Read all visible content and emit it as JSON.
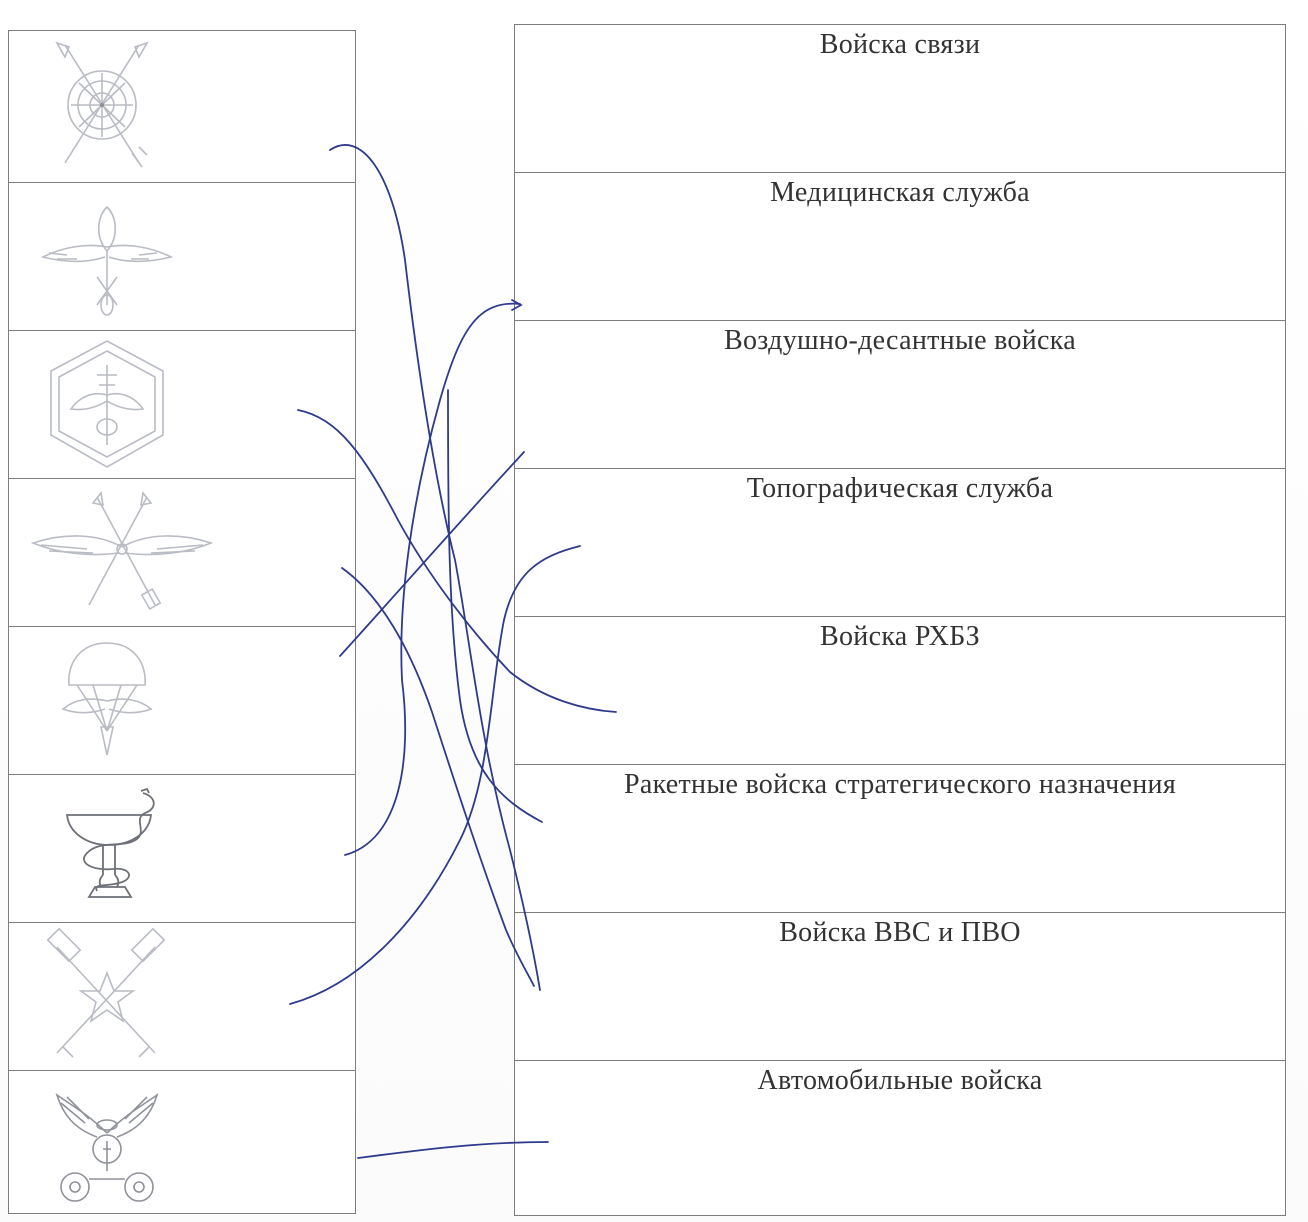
{
  "worksheet": {
    "emblems": [
      {
        "icon": "signal-corps-emblem-icon"
      },
      {
        "icon": "air-defense-emblem-icon"
      },
      {
        "icon": "nbc-protection-emblem-icon"
      },
      {
        "icon": "air-force-emblem-icon"
      },
      {
        "icon": "airborne-emblem-icon"
      },
      {
        "icon": "medical-service-emblem-icon"
      },
      {
        "icon": "topographic-service-emblem-icon"
      },
      {
        "icon": "automobile-troops-emblem-icon"
      }
    ],
    "names": [
      "Войска связи",
      "Медицинская служба",
      "Воздушно-десантные войска",
      "Топографическая служба",
      "Войска РХБЗ",
      "Ракетные войска стратегического назначения",
      "Войска ВВС и ПВО",
      "Автомобильные войска"
    ]
  },
  "colors": {
    "ink": "#2e3a8c",
    "border": "#7d7d7d",
    "emblem_line": "#b9bcc4",
    "text": "#333333"
  }
}
